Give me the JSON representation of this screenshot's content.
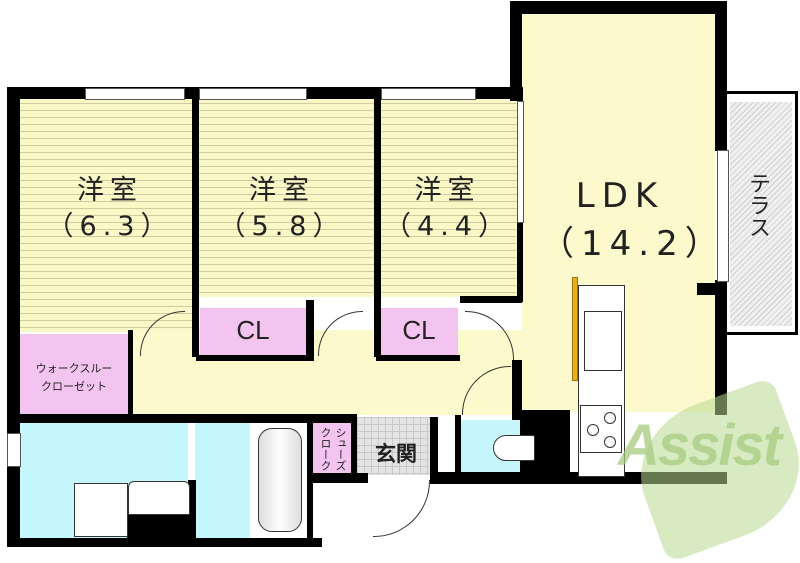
{
  "floorplan": {
    "rooms": {
      "western_room_1": {
        "label": "洋室",
        "size": "（6.3）"
      },
      "western_room_2": {
        "label": "洋室",
        "size": "（5.8）"
      },
      "western_room_3": {
        "label": "洋室",
        "size": "（4.4）"
      },
      "ldk": {
        "label": "LDK",
        "size": "（14.2）"
      },
      "terrace": {
        "label": "テラス"
      },
      "closet_1": {
        "label": "CL"
      },
      "closet_2": {
        "label": "CL"
      },
      "walk_through_closet": {
        "line1": "ウォークスルー",
        "line2": "クローゼット"
      },
      "shoe_cloak": {
        "line1": "シューズ",
        "line2": "クローク"
      },
      "entrance": {
        "label": "玄関"
      }
    },
    "colors": {
      "wood_floor": "#fbf8c8",
      "ldk_floor": "#fcfacc",
      "closet": "#f4c4f0",
      "wet_area": "#c4f6fc",
      "genkan": "#e4e4e4",
      "wall": "#000000",
      "kitchen_backsplash": "#e8b020"
    },
    "watermark": {
      "text": "Assist",
      "color": "#b8d890"
    }
  }
}
